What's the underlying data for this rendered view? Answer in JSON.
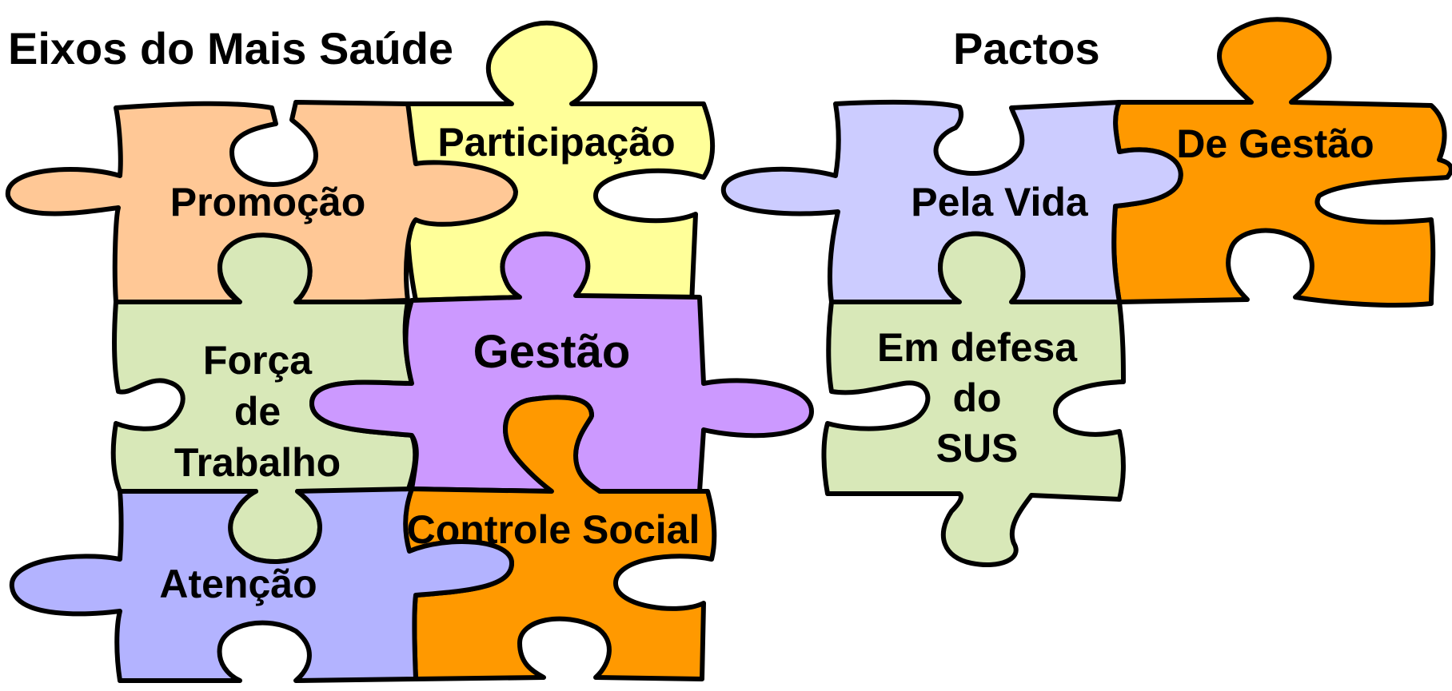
{
  "headings": {
    "left": "Eixos do Mais Saúde",
    "right": "Pactos"
  },
  "colors": {
    "peach": "#FFC896",
    "yellow": "#FFFF99",
    "green": "#D8E8B8",
    "purple": "#CC99FF",
    "blue": "#B3B3FF",
    "orange": "#FF9900",
    "lavender": "#CCCCFF"
  },
  "eixos": {
    "participacao": "Participação",
    "promocao": "Promoção",
    "forca_line1": "Força",
    "forca_line2": "de",
    "forca_line3": "Trabalho",
    "gestao": "Gestão",
    "controle_social": "Controle Social",
    "atencao": "Atenção"
  },
  "pactos": {
    "de_gestao": "De Gestão",
    "pela_vida": "Pela Vida",
    "em_defesa_line1": "Em defesa",
    "em_defesa_line2": "do",
    "em_defesa_line3": "SUS"
  }
}
